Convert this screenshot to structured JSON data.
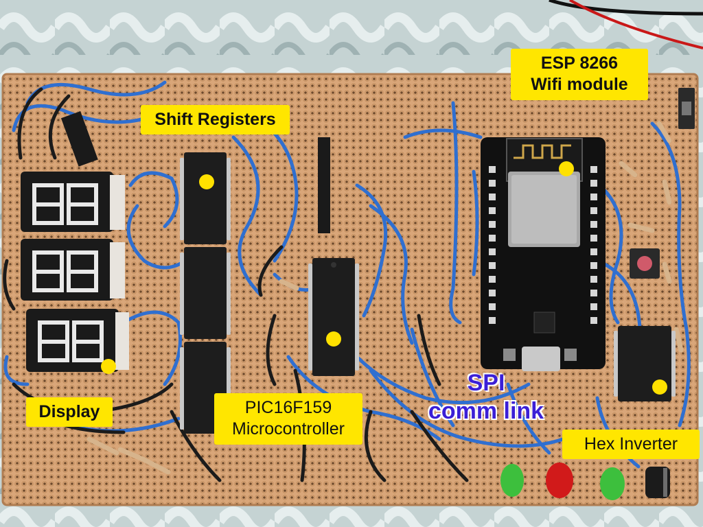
{
  "labels": {
    "shift_registers": "Shift Registers",
    "esp_line1": "ESP 8266",
    "esp_line2": "Wifi module",
    "display": "Display",
    "pic_line1": "PIC16F159",
    "pic_line2": "Microcontroller",
    "hex_inverter": "Hex Inverter",
    "spi_line1": "SPI",
    "spi_line2": "comm link"
  },
  "colors": {
    "label_bg": "#ffe600",
    "board": "#d9a679",
    "wire_blue": "#2f6fd0",
    "wire_black": "#1b1b1b",
    "chip": "#1d1d1d",
    "module": "#111111",
    "spi_text": "#3b1fd6",
    "marker_dot": "#ffe100"
  }
}
